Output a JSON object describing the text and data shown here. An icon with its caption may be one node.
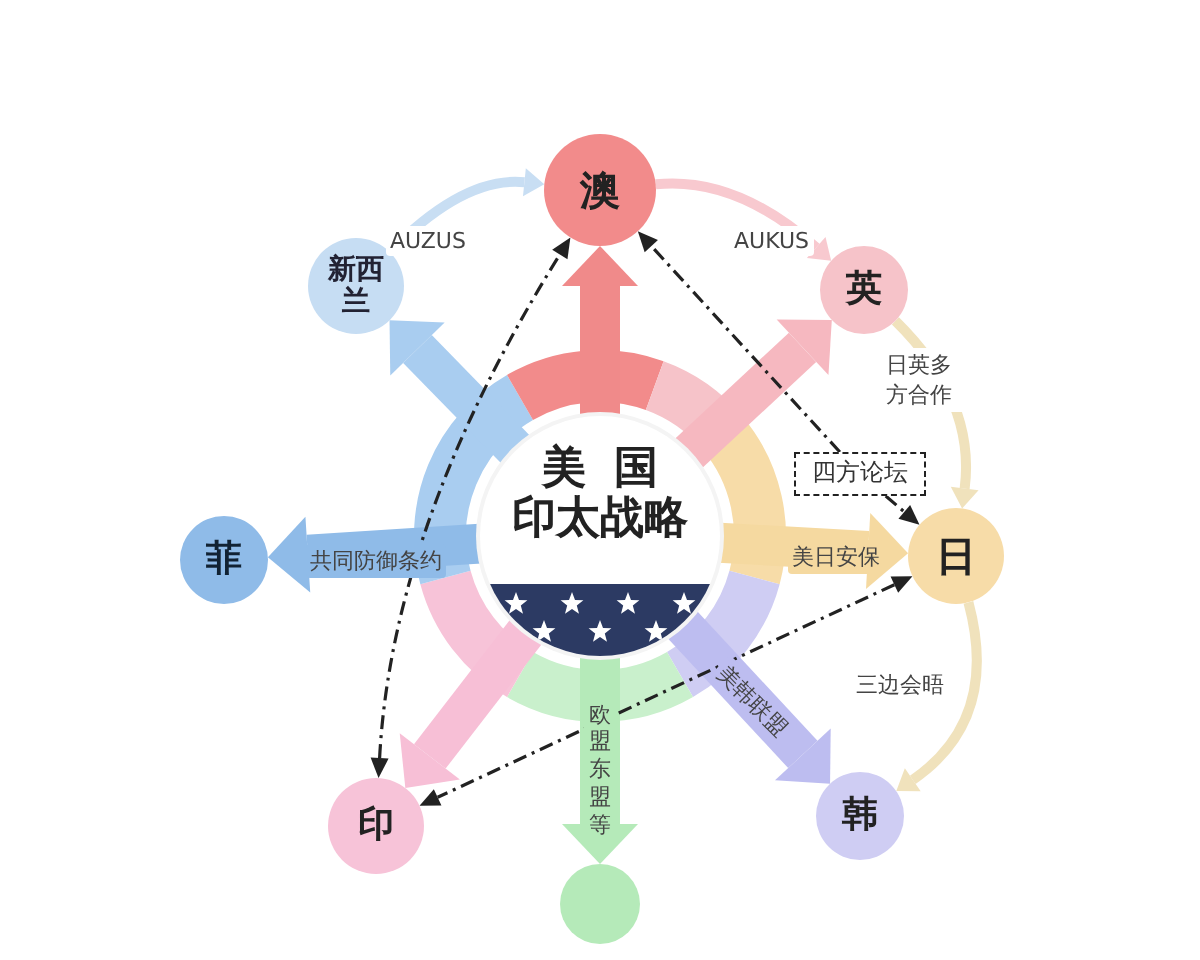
{
  "diagram": {
    "nodes": [
      {
        "text": [
          "美国",
          "印太战略"
        ]
      },
      {
        "text": [
          "澳"
        ]
      },
      {
        "text": [
          "新西兰"
        ]
      },
      {
        "text": [
          "英"
        ]
      },
      {
        "text": [
          "日"
        ]
      },
      {
        "text": [
          "韩"
        ]
      },
      {
        "text": [
          "印"
        ]
      },
      {
        "text": [
          "菲"
        ]
      },
      {
        "text": [],
        "shape": "circle"
      },
      {
        "text": [
          "四方论坛"
        ]
      }
    ],
    "edges": [
      {
        "from": 0,
        "to": 1,
        "arrow": "to",
        "style": "thick",
        "color": "#f08a8a"
      },
      {
        "from": 0,
        "to": 2,
        "arrow": "to",
        "style": "thick",
        "color": "#a9cdf0"
      },
      {
        "from": 0,
        "to": 3,
        "arrow": "to",
        "style": "thick",
        "color": "#f6b8c0"
      },
      {
        "from": 0,
        "to": 7,
        "arrow": "to",
        "style": "thick",
        "color": "#8fbbe8",
        "label": "共同防御条约"
      },
      {
        "from": 0,
        "to": 4,
        "arrow": "to",
        "style": "thick",
        "color": "#f5d9a0",
        "label": "美日安保"
      },
      {
        "from": 0,
        "to": 5,
        "arrow": "to",
        "style": "thick",
        "color": "#bdbdf0",
        "label": "美韩联盟"
      },
      {
        "from": 0,
        "to": 6,
        "arrow": "to",
        "style": "thick",
        "color": "#f7bfd6"
      },
      {
        "from": 0,
        "to": 8,
        "arrow": "to",
        "style": "thick",
        "color": "#b5eab9",
        "label": "欧盟东盟等"
      },
      {
        "from": 2,
        "to": 1,
        "arrow": "to",
        "color": "#c8def3",
        "label": "AUZUS"
      },
      {
        "from": 1,
        "to": 3,
        "arrow": "to",
        "color": "#f8c9cf",
        "label": "AUKUS"
      },
      {
        "from": 3,
        "to": 4,
        "arrow": "to",
        "color": "#f0e2bc",
        "label": "日英多方合作"
      },
      {
        "from": 4,
        "to": 5,
        "arrow": "to",
        "color": "#f0e2bc",
        "label": "三边会晤"
      },
      {
        "from": 6,
        "to": 1,
        "arrow": "both",
        "style": "dashed",
        "color": "#222222"
      },
      {
        "from": 9,
        "to": 1,
        "arrow": "to",
        "style": "dashed",
        "color": "#222222"
      },
      {
        "from": 9,
        "to": 4,
        "arrow": "to",
        "style": "dashed",
        "color": "#222222"
      },
      {
        "from": 4,
        "to": 6,
        "arrow": "both",
        "style": "dashed",
        "color": "#222222"
      }
    ]
  }
}
